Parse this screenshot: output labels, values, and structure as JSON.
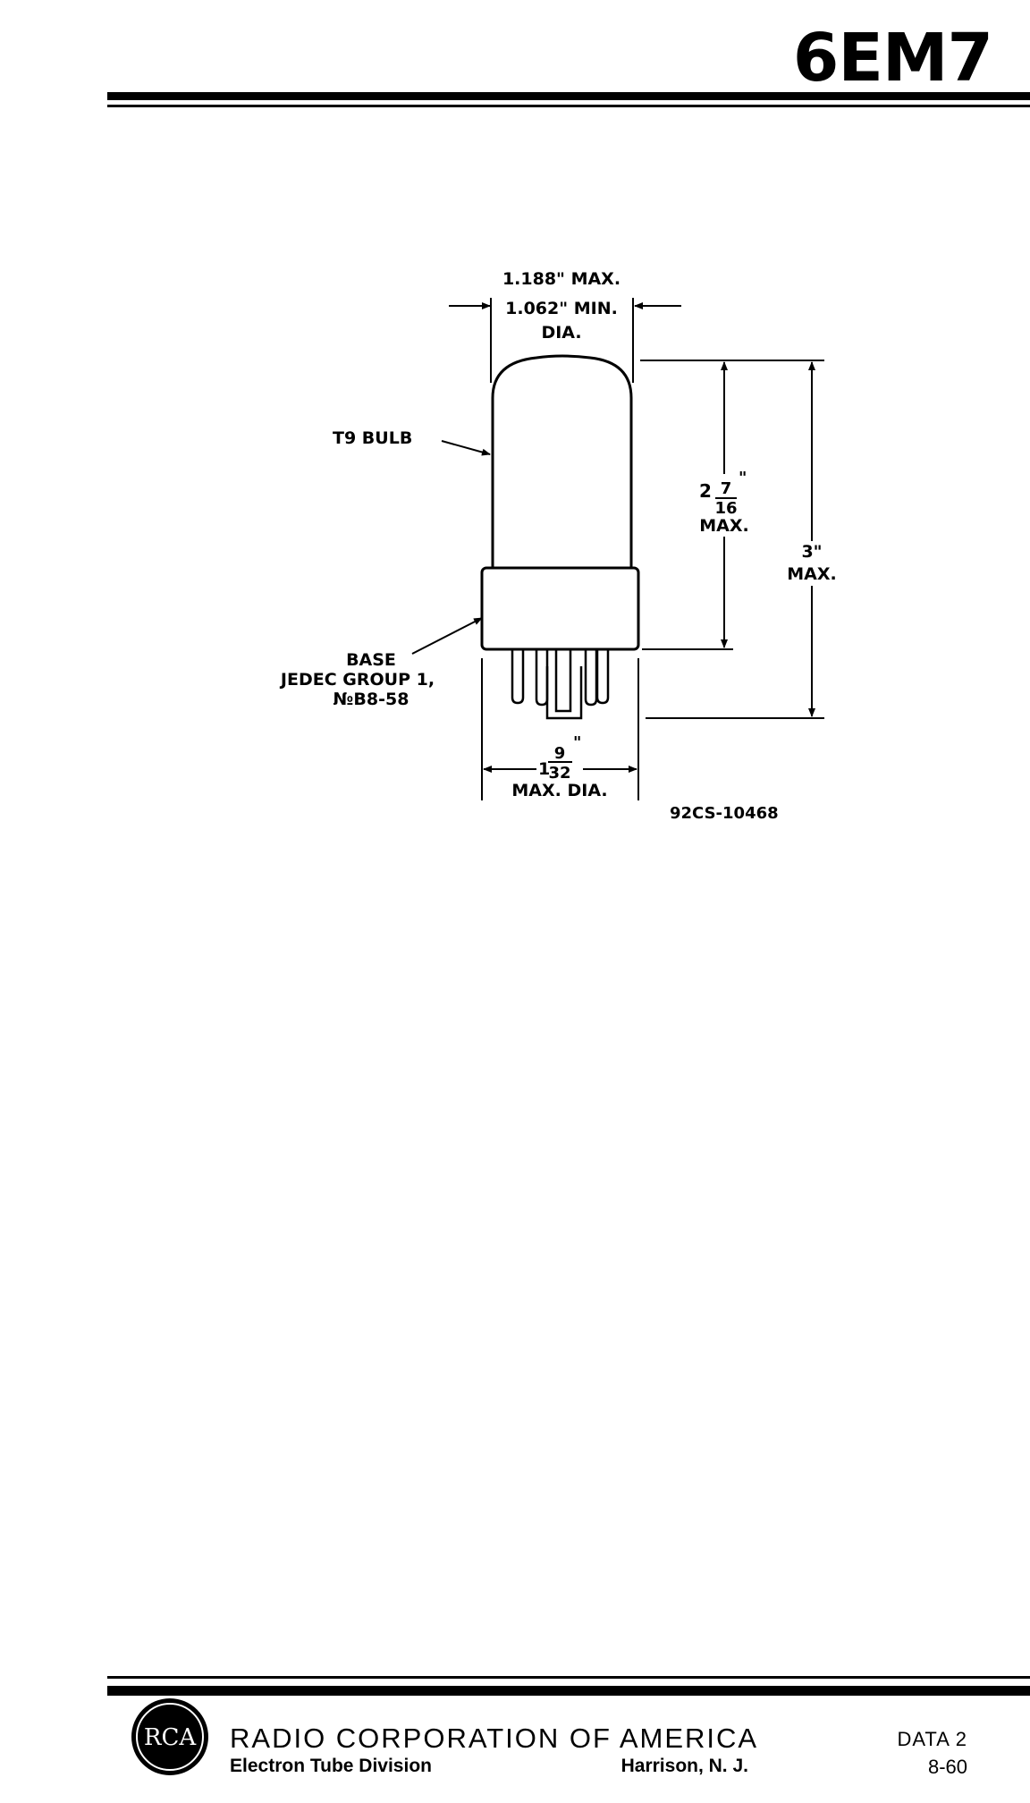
{
  "header": {
    "tube_type": "6EM7"
  },
  "diagram": {
    "bulb_dia_max": "1.188\" MAX.",
    "bulb_dia_min": "1.062\" MIN.",
    "bulb_dia_label": "DIA.",
    "bulb_label": "T9 BULB",
    "seated_height_whole": "2",
    "seated_height_num": "7",
    "seated_height_den": "16",
    "seated_height_unit": "\"",
    "seated_height_max": "MAX.",
    "overall_height": "3\"",
    "overall_height_max": "MAX.",
    "base_label_1": "BASE",
    "base_label_2": "JEDEC GROUP 1,",
    "base_label_3": "№B8-58",
    "base_dia_whole": "1",
    "base_dia_num": "9",
    "base_dia_den": "32",
    "base_dia_unit": "\"",
    "base_dia_label": "MAX. DIA.",
    "drawing_number": "92CS-10468"
  },
  "footer": {
    "logo_text": "RCA",
    "company": "RADIO CORPORATION OF AMERICA",
    "division": "Electron Tube Division",
    "location": "Harrison, N. J.",
    "data_sheet": "DATA 2",
    "date": "8-60"
  }
}
